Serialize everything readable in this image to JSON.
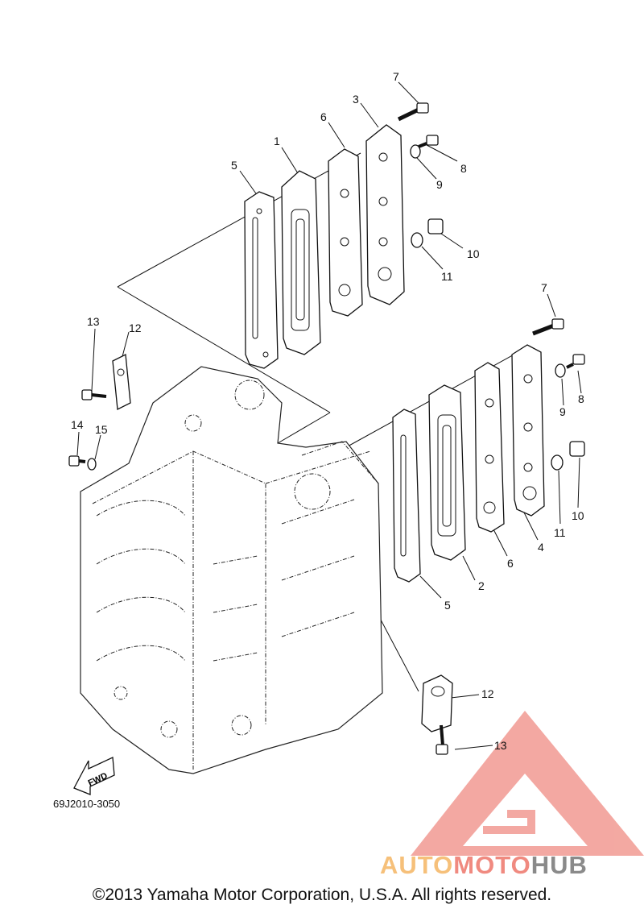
{
  "diagram": {
    "code": "69J2010-3050",
    "fwd_label": "FWD",
    "copyright": "©2013 Yamaha Motor Corporation, U.S.A. All rights reserved.",
    "watermark": {
      "part1": "AUTO",
      "part2": "MOTO",
      "part3": "HUB",
      "color1": "#f6c07a",
      "color2": "#f08a80",
      "color3": "#8a8a8a",
      "logo_color": "#f19a92"
    },
    "callouts": {
      "c1": "1",
      "c2": "2",
      "c3": "3",
      "c4": "4",
      "c5a": "5",
      "c5b": "5",
      "c6a": "6",
      "c6b": "6",
      "c7a": "7",
      "c7b": "7",
      "c8a": "8",
      "c8b": "8",
      "c9a": "9",
      "c9b": "9",
      "c10a": "10",
      "c10b": "10",
      "c11a": "11",
      "c11b": "11",
      "c12a": "12",
      "c12b": "12",
      "c13a": "13",
      "c13b": "13",
      "c14": "14",
      "c15": "15"
    }
  }
}
